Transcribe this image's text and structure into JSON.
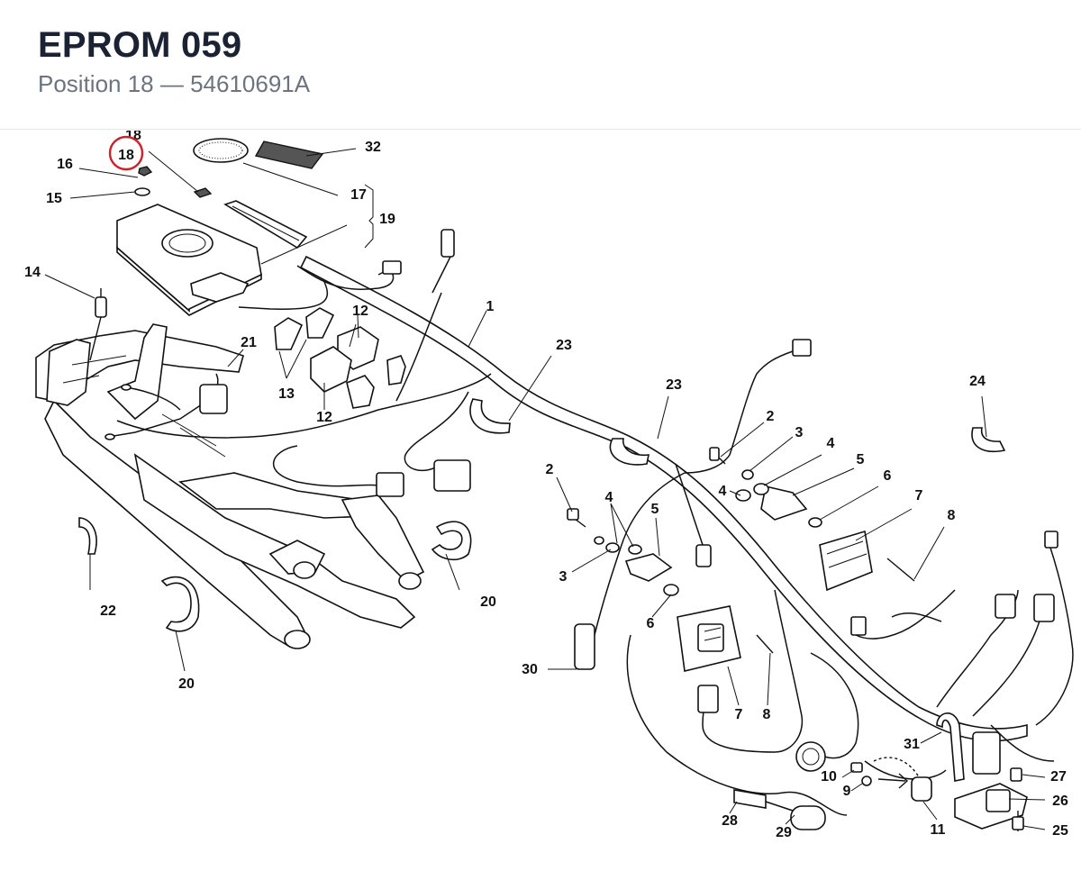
{
  "header": {
    "title": "EPROM 059",
    "subtitle": "Position 18 — 54610691A"
  },
  "highlight": {
    "label": "18",
    "color": "#d0202a"
  },
  "callouts": [
    {
      "id": "c-18",
      "text": "18"
    },
    {
      "id": "c-16",
      "text": "16"
    },
    {
      "id": "c-15",
      "text": "15"
    },
    {
      "id": "c-32",
      "text": "32"
    },
    {
      "id": "c-17",
      "text": "17"
    },
    {
      "id": "c-19",
      "text": "19"
    },
    {
      "id": "c-14",
      "text": "14"
    },
    {
      "id": "c-1",
      "text": "1"
    },
    {
      "id": "c-12a",
      "text": "12"
    },
    {
      "id": "c-12b",
      "text": "12"
    },
    {
      "id": "c-13",
      "text": "13"
    },
    {
      "id": "c-21",
      "text": "21"
    },
    {
      "id": "c-23a",
      "text": "23"
    },
    {
      "id": "c-23b",
      "text": "23"
    },
    {
      "id": "c-24",
      "text": "24"
    },
    {
      "id": "c-2a",
      "text": "2"
    },
    {
      "id": "c-3a",
      "text": "3"
    },
    {
      "id": "c-4a",
      "text": "4"
    },
    {
      "id": "c-4b",
      "text": "4"
    },
    {
      "id": "c-5a",
      "text": "5"
    },
    {
      "id": "c-6a",
      "text": "6"
    },
    {
      "id": "c-7a",
      "text": "7"
    },
    {
      "id": "c-8a",
      "text": "8"
    },
    {
      "id": "c-2b",
      "text": "2"
    },
    {
      "id": "c-4c",
      "text": "4"
    },
    {
      "id": "c-5b",
      "text": "5"
    },
    {
      "id": "c-3b",
      "text": "3"
    },
    {
      "id": "c-6b",
      "text": "6"
    },
    {
      "id": "c-20a",
      "text": "20"
    },
    {
      "id": "c-22",
      "text": "22"
    },
    {
      "id": "c-20b",
      "text": "20"
    },
    {
      "id": "c-30",
      "text": "30"
    },
    {
      "id": "c-7b",
      "text": "7"
    },
    {
      "id": "c-8b",
      "text": "8"
    },
    {
      "id": "c-31",
      "text": "31"
    },
    {
      "id": "c-27",
      "text": "27"
    },
    {
      "id": "c-26",
      "text": "26"
    },
    {
      "id": "c-25",
      "text": "25"
    },
    {
      "id": "c-10",
      "text": "10"
    },
    {
      "id": "c-9",
      "text": "9"
    },
    {
      "id": "c-11",
      "text": "11"
    },
    {
      "id": "c-28",
      "text": "28"
    },
    {
      "id": "c-29",
      "text": "29"
    }
  ]
}
